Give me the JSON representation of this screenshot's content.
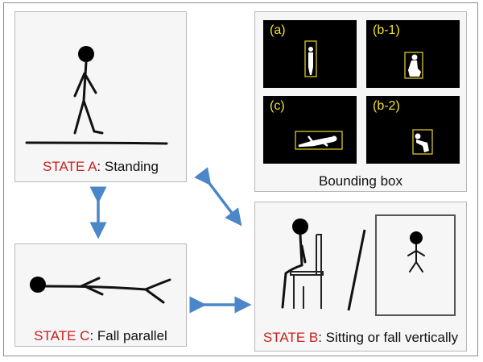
{
  "state_a": {
    "prefix": "STATE A",
    "suffix": ": Standing"
  },
  "state_b": {
    "prefix": "STATE B",
    "suffix": ": Sitting or fall vertically"
  },
  "state_c": {
    "prefix": "STATE C",
    "suffix": ": Fall parallel"
  },
  "bounding_box": {
    "title": "Bounding box",
    "labels": {
      "a": "(a)",
      "b1": "(b-1)",
      "c": "(c)",
      "b2": "(b-2)"
    }
  },
  "colors": {
    "state_red": "#c8201e",
    "label_yellow": "#f2e323",
    "arrow_blue": "#4a86c8"
  }
}
